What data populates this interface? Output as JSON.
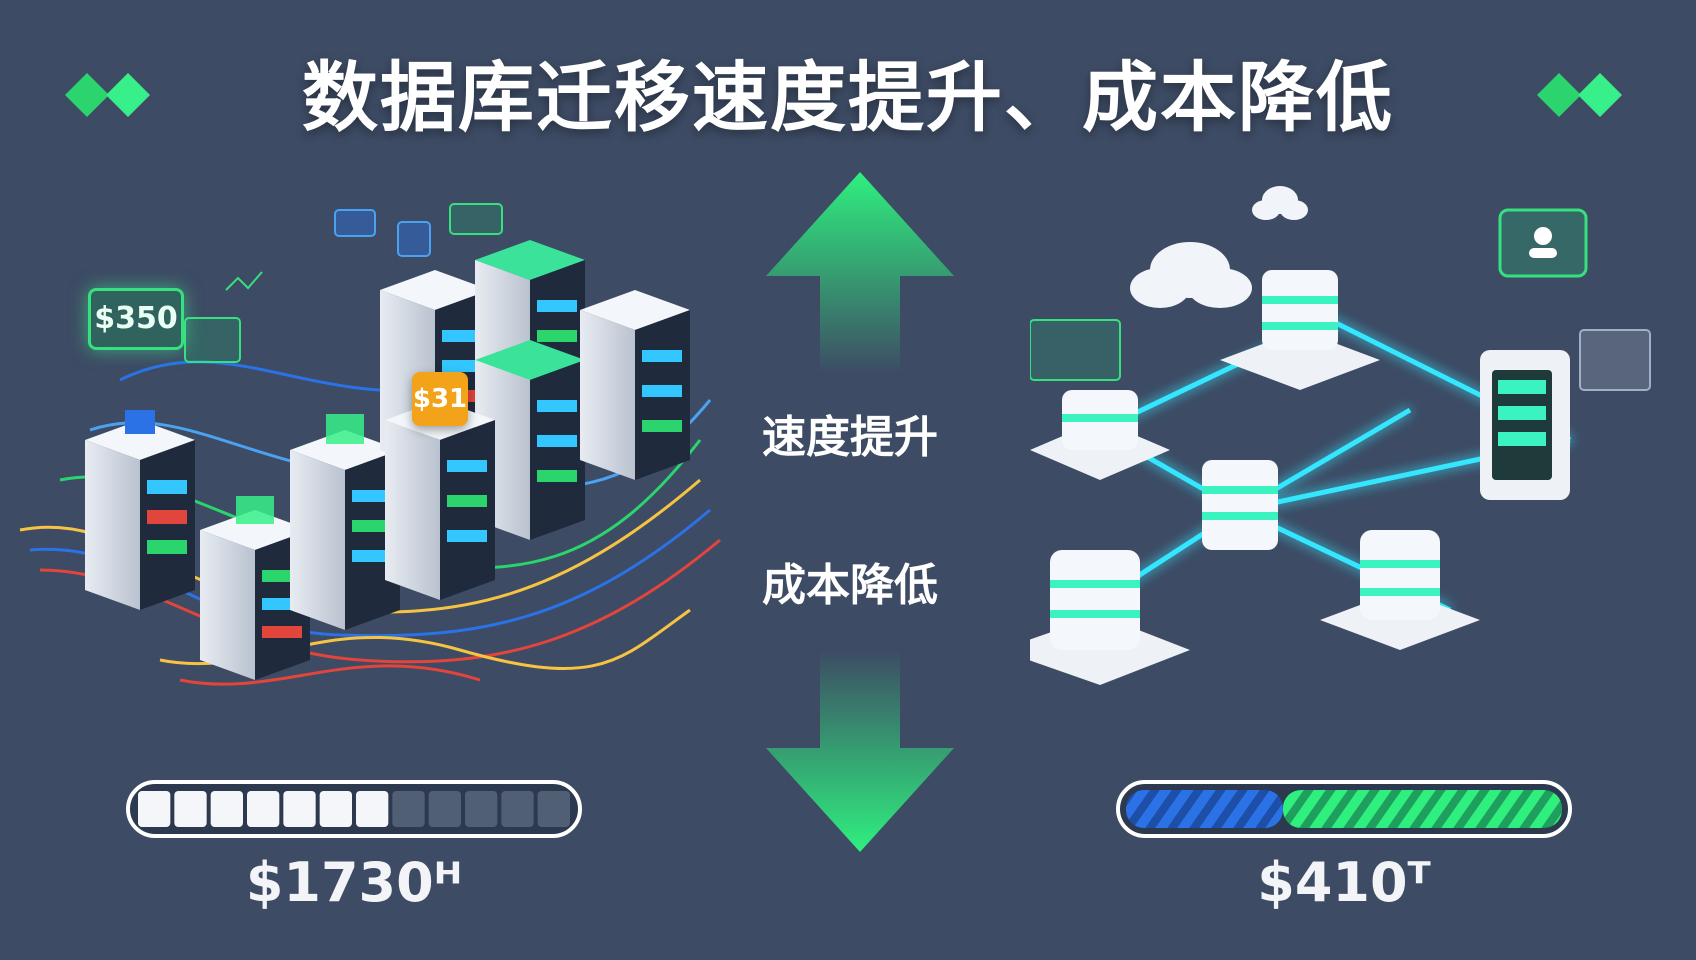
{
  "title": "数据库迁移速度提升、成本降低",
  "center": {
    "speed_label": "速度提升",
    "cost_label": "成本降低"
  },
  "left_panel": {
    "tag_large": "$350",
    "tag_small": "$31",
    "progress_fraction": 0.55,
    "price": "$1730ᴴ"
  },
  "right_panel": {
    "progress_fraction": 1.0,
    "blue_fraction": 0.36,
    "price": "$410ᵀ"
  },
  "colors": {
    "background": "#3d4b64",
    "green": "#2ff07f",
    "blue": "#2a72e6",
    "cyan": "#36e6ff",
    "orange": "#f3a319",
    "red": "#e2453b",
    "yellow": "#f6c342"
  },
  "icons": [
    "diamond-icon",
    "arrow-up-icon",
    "arrow-down-icon",
    "cloud-icon",
    "server-rack-icon",
    "user-card-icon"
  ]
}
